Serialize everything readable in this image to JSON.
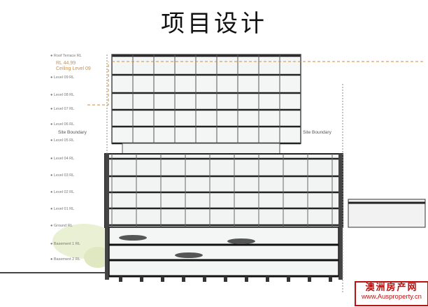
{
  "slide": {
    "title": "项目设计"
  },
  "drawing": {
    "level_annotation": {
      "rl": "RL 44.99",
      "label": "Ceiling Level 09"
    },
    "site_boundary_left": "Site Boundary",
    "site_boundary_right": "Site Boundary",
    "level_labels": [
      "Roof Terrace RL",
      "Level 09 RL",
      "Level 08 RL",
      "Level 07 RL",
      "Level 06 RL",
      "Level 05 RL",
      "Level 04 RL",
      "Level 03 RL",
      "Level 02 RL",
      "Level 01 RL",
      "Ground RL",
      "Basement 1 RL",
      "Basement 2 RL"
    ]
  },
  "watermark": {
    "cn": "澳洲房产网",
    "url": "www.Ausproperty.cn"
  }
}
